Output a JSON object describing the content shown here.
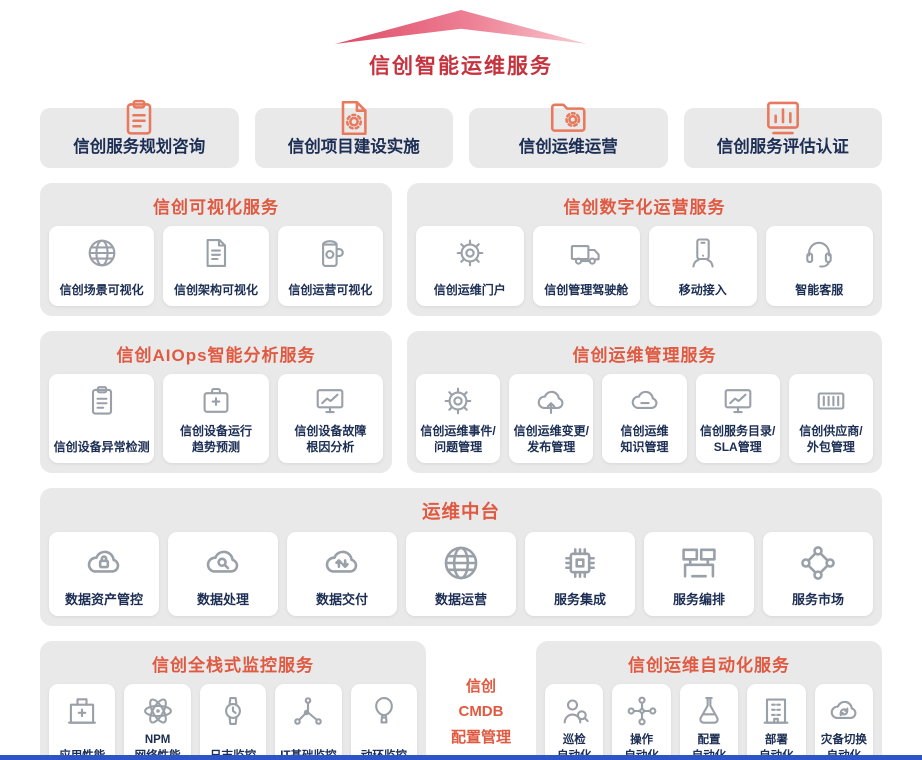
{
  "hero": {
    "title": "信创智能运维服务"
  },
  "top_services": [
    {
      "label": "信创服务规划咨询",
      "icon": "clipboard-icon"
    },
    {
      "label": "信创项目建设实施",
      "icon": "document-gear-icon"
    },
    {
      "label": "信创运维运营",
      "icon": "folder-gear-icon"
    },
    {
      "label": "信创服务评估认证",
      "icon": "bar-chart-report-icon"
    }
  ],
  "panels": {
    "visualization": {
      "title": "信创可视化服务",
      "items": [
        {
          "label": "信创场景可视化",
          "icon": "globe-icon"
        },
        {
          "label": "信创架构可视化",
          "icon": "document-icon"
        },
        {
          "label": "信创运营可视化",
          "icon": "mug-gear-icon"
        }
      ]
    },
    "digital_ops": {
      "title": "信创数字化运营服务",
      "items": [
        {
          "label": "信创运维门户",
          "icon": "gear-icon"
        },
        {
          "label": "信创管理驾驶舱",
          "icon": "truck-icon"
        },
        {
          "label": "移动接入",
          "icon": "mobile-icon"
        },
        {
          "label": "智能客服",
          "icon": "headset-icon"
        }
      ]
    },
    "aiops": {
      "title": "信创AIOps智能分析服务",
      "items": [
        {
          "label": "信创设备异常检测",
          "icon": "clipboard-icon"
        },
        {
          "label": "信创设备运行\n趋势预测",
          "icon": "medkit-icon"
        },
        {
          "label": "信创设备故障\n根因分析",
          "icon": "monitor-chart-icon"
        }
      ]
    },
    "ops_mgmt": {
      "title": "信创运维管理服务",
      "items": [
        {
          "label": "信创运维事件/\n问题管理",
          "icon": "gear-icon"
        },
        {
          "label": "信创运维变更/\n发布管理",
          "icon": "cloud-upload-icon"
        },
        {
          "label": "信创运维\n知识管理",
          "icon": "cloud-icon"
        },
        {
          "label": "信创服务目录/\nSLA管理",
          "icon": "monitor-chart-icon"
        },
        {
          "label": "信创供应商/\n外包管理",
          "icon": "container-icon"
        }
      ]
    },
    "middle_platform": {
      "title": "运维中台",
      "items": [
        {
          "label": "数据资产管控",
          "icon": "cloud-lock-icon"
        },
        {
          "label": "数据处理",
          "icon": "cloud-search-icon"
        },
        {
          "label": "数据交付",
          "icon": "cloud-transfer-icon"
        },
        {
          "label": "数据运营",
          "icon": "globe-icon"
        },
        {
          "label": "服务集成",
          "icon": "chip-icon"
        },
        {
          "label": "服务编排",
          "icon": "workstation-icon"
        },
        {
          "label": "服务市场",
          "icon": "network-icon"
        }
      ]
    },
    "monitoring": {
      "title": "信创全栈式监控服务",
      "items": [
        {
          "label": "应用性能",
          "icon": "building-cross-icon"
        },
        {
          "label": "NPM\n网络性能",
          "icon": "atom-icon"
        },
        {
          "label": "日志监控",
          "icon": "watch-icon"
        },
        {
          "label": "IT基础监控",
          "icon": "circuit-icon"
        },
        {
          "label": "动环监控",
          "icon": "balloon-icon"
        }
      ]
    },
    "automation": {
      "title": "信创运维自动化服务",
      "items": [
        {
          "label": "巡检\n自动化",
          "icon": "person-pin-icon"
        },
        {
          "label": "操作\n自动化",
          "icon": "nodes-icon"
        },
        {
          "label": "配置\n自动化",
          "icon": "flask-icon"
        },
        {
          "label": "部署\n自动化",
          "icon": "building-icon"
        },
        {
          "label": "灾备切换\n自动化",
          "icon": "cloud-sync-icon"
        }
      ]
    }
  },
  "cmdb": {
    "label": "信创\nCMDB\n配置管理"
  },
  "colors": {
    "hero_title": "#c5333e",
    "panel_title": "#e05a41",
    "label_navy": "#1c2e54",
    "panel_bg": "#e9e9ea",
    "top_icon_orange": "#e8795c",
    "item_icon_gray": "#9aa0a8",
    "footer_bar_blue": "#2d55c8"
  }
}
